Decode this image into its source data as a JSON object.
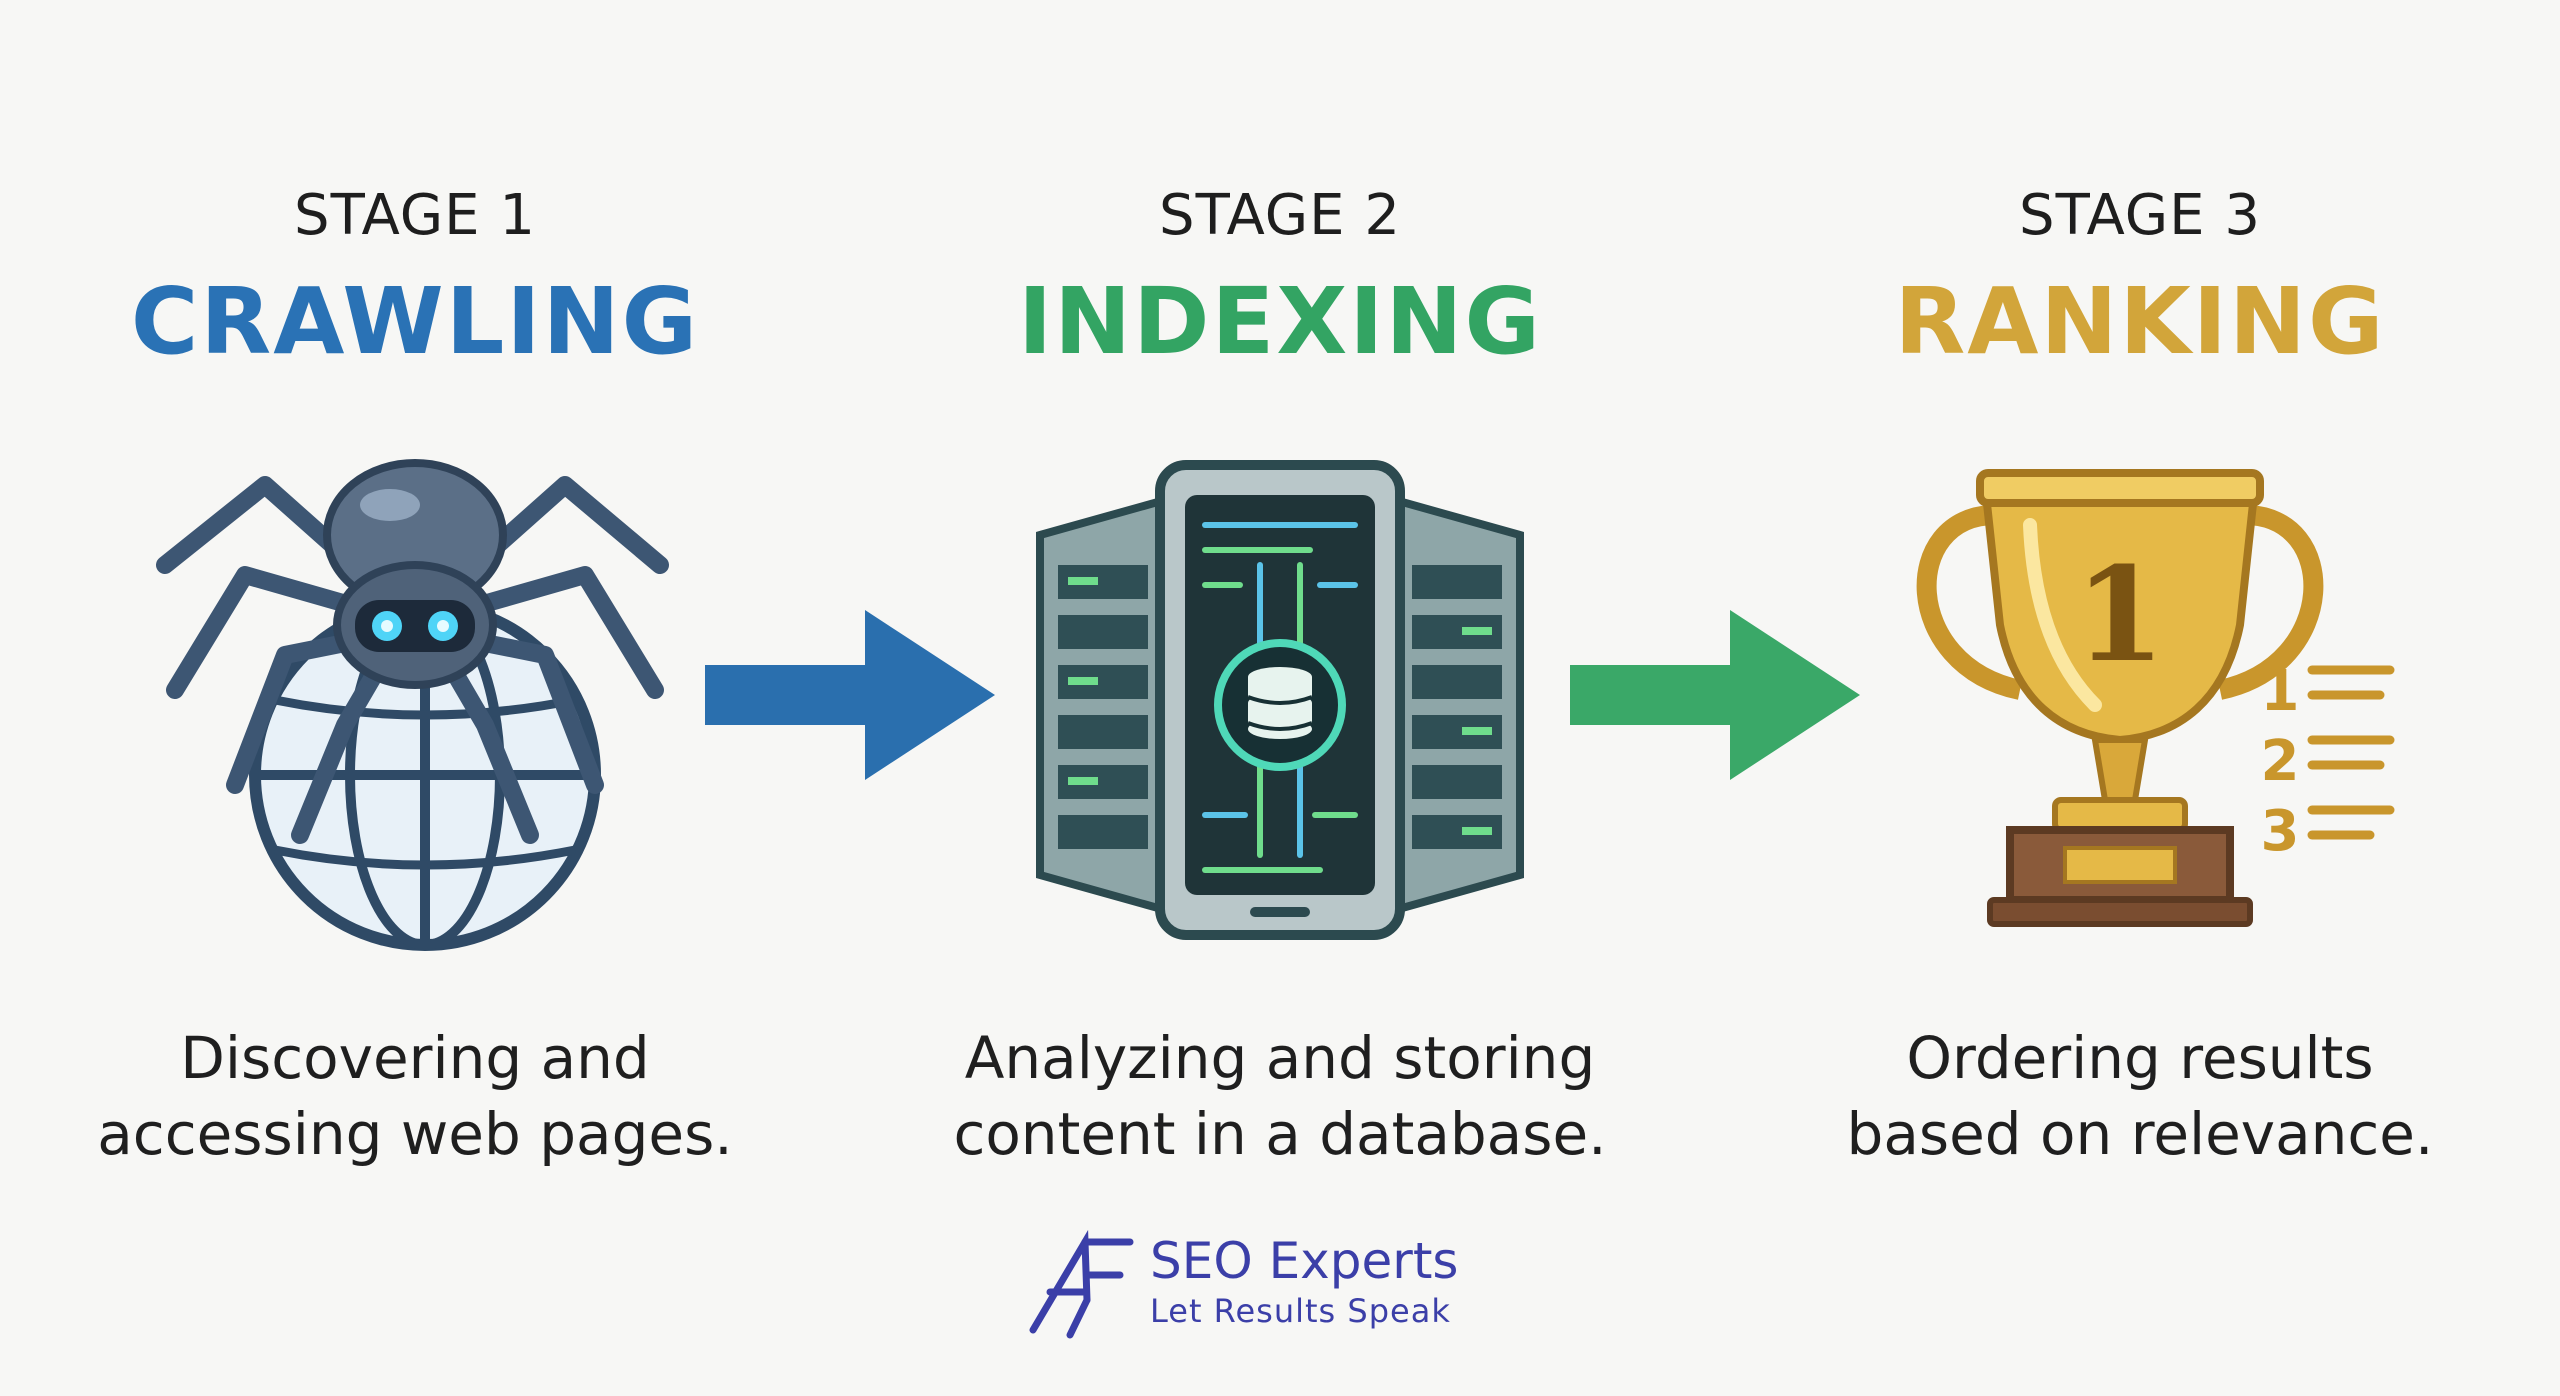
{
  "stages": [
    {
      "label": "STAGE 1",
      "title": "CRAWLING",
      "title_color": "#2a72b5",
      "icon": "spider-globe-icon",
      "description": [
        "Discovering and",
        "accessing web pages."
      ]
    },
    {
      "label": "STAGE 2",
      "title": "INDEXING",
      "title_color": "#33a463",
      "icon": "server-database-icon",
      "description": [
        "Analyzing and storing",
        "content in a database."
      ]
    },
    {
      "label": "STAGE 3",
      "title": "RANKING",
      "title_color": "#d2a53a",
      "icon": "trophy-ranking-icon",
      "description": [
        "Ordering results",
        "based on relevance."
      ],
      "ranking_list": [
        "1",
        "2",
        "3"
      ],
      "trophy_number": "1"
    }
  ],
  "arrows": [
    {
      "color": "#2a6fae"
    },
    {
      "color": "#3aa868"
    }
  ],
  "brand": {
    "name": "SEO Experts",
    "tagline": "Let Results Speak",
    "color": "#3b3fa8"
  }
}
